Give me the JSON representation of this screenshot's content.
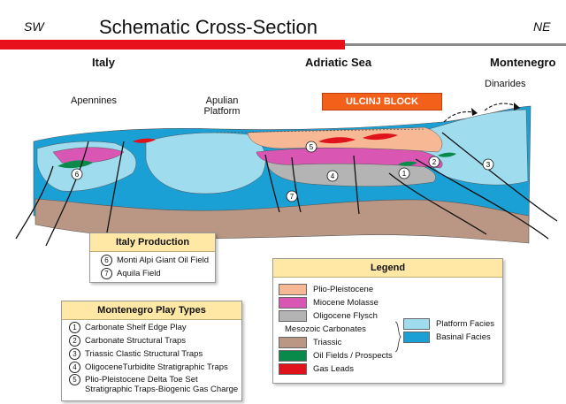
{
  "header": {
    "left_dir": "SW",
    "right_dir": "NE",
    "title": "Schematic Cross-Section"
  },
  "regions": {
    "italy": "Italy",
    "adriatic": "Adriatic Sea",
    "montenegro": "Montenegro"
  },
  "features": {
    "apennines": "Apennines",
    "apulian": "Apulian",
    "platform": "Platform",
    "dinarides": "Dinarides",
    "block": "ULCINJ BLOCK"
  },
  "markers": [
    "1",
    "2",
    "3",
    "4",
    "5",
    "6",
    "7"
  ],
  "italy_production": {
    "title": "Italy Production",
    "items": [
      {
        "num": "6",
        "text": "Monti Alpi Giant Oil Field"
      },
      {
        "num": "7",
        "text": "Aquila Field"
      }
    ]
  },
  "montenegro_plays": {
    "title": "Montenegro Play Types",
    "items": [
      {
        "num": "1",
        "text": "Carbonate Shelf Edge Play"
      },
      {
        "num": "2",
        "text": "Carbonate Structural Traps"
      },
      {
        "num": "3",
        "text": "Triassic Clastic Structural Traps"
      },
      {
        "num": "4",
        "text": "OligoceneTurbidite Stratigraphic Traps"
      },
      {
        "num": "5",
        "text": "Plio-Pleistocene Delta Toe Set"
      }
    ],
    "item5_line2": "Stratigraphic Traps-Biogenic Gas Charge"
  },
  "legend": {
    "title": "Legend",
    "items": [
      {
        "text": "Plio-Pleistocene",
        "color": "#f7b896"
      },
      {
        "text": "Miocene Molasse",
        "color": "#d957b2"
      },
      {
        "text": "Oligocene Flysch",
        "color": "#b4b4b4"
      },
      {
        "text": "Mesozoic Carbonates",
        "color": ""
      },
      {
        "text": "Triassic",
        "color": "#b99784"
      },
      {
        "text": "Oil Fields / Prospects",
        "color": "#0a8a4a"
      },
      {
        "text": "Gas Leads",
        "color": "#e0121c"
      }
    ],
    "facies": [
      {
        "text": "Platform Facies",
        "color": "#9fdcee"
      },
      {
        "text": "Basinal Facies",
        "color": "#1ba0d6"
      }
    ]
  }
}
